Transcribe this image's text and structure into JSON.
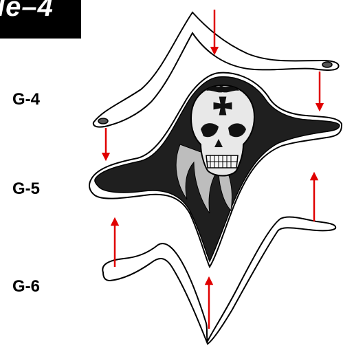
{
  "title": "le–4",
  "labels": {
    "g4": "G-4",
    "g5": "G-5",
    "g6": "G-6"
  },
  "colors": {
    "arrow": "#e00000",
    "outline": "#000000",
    "piece_fill": "#ffffff",
    "skull_panel": "#1f1f1f"
  }
}
